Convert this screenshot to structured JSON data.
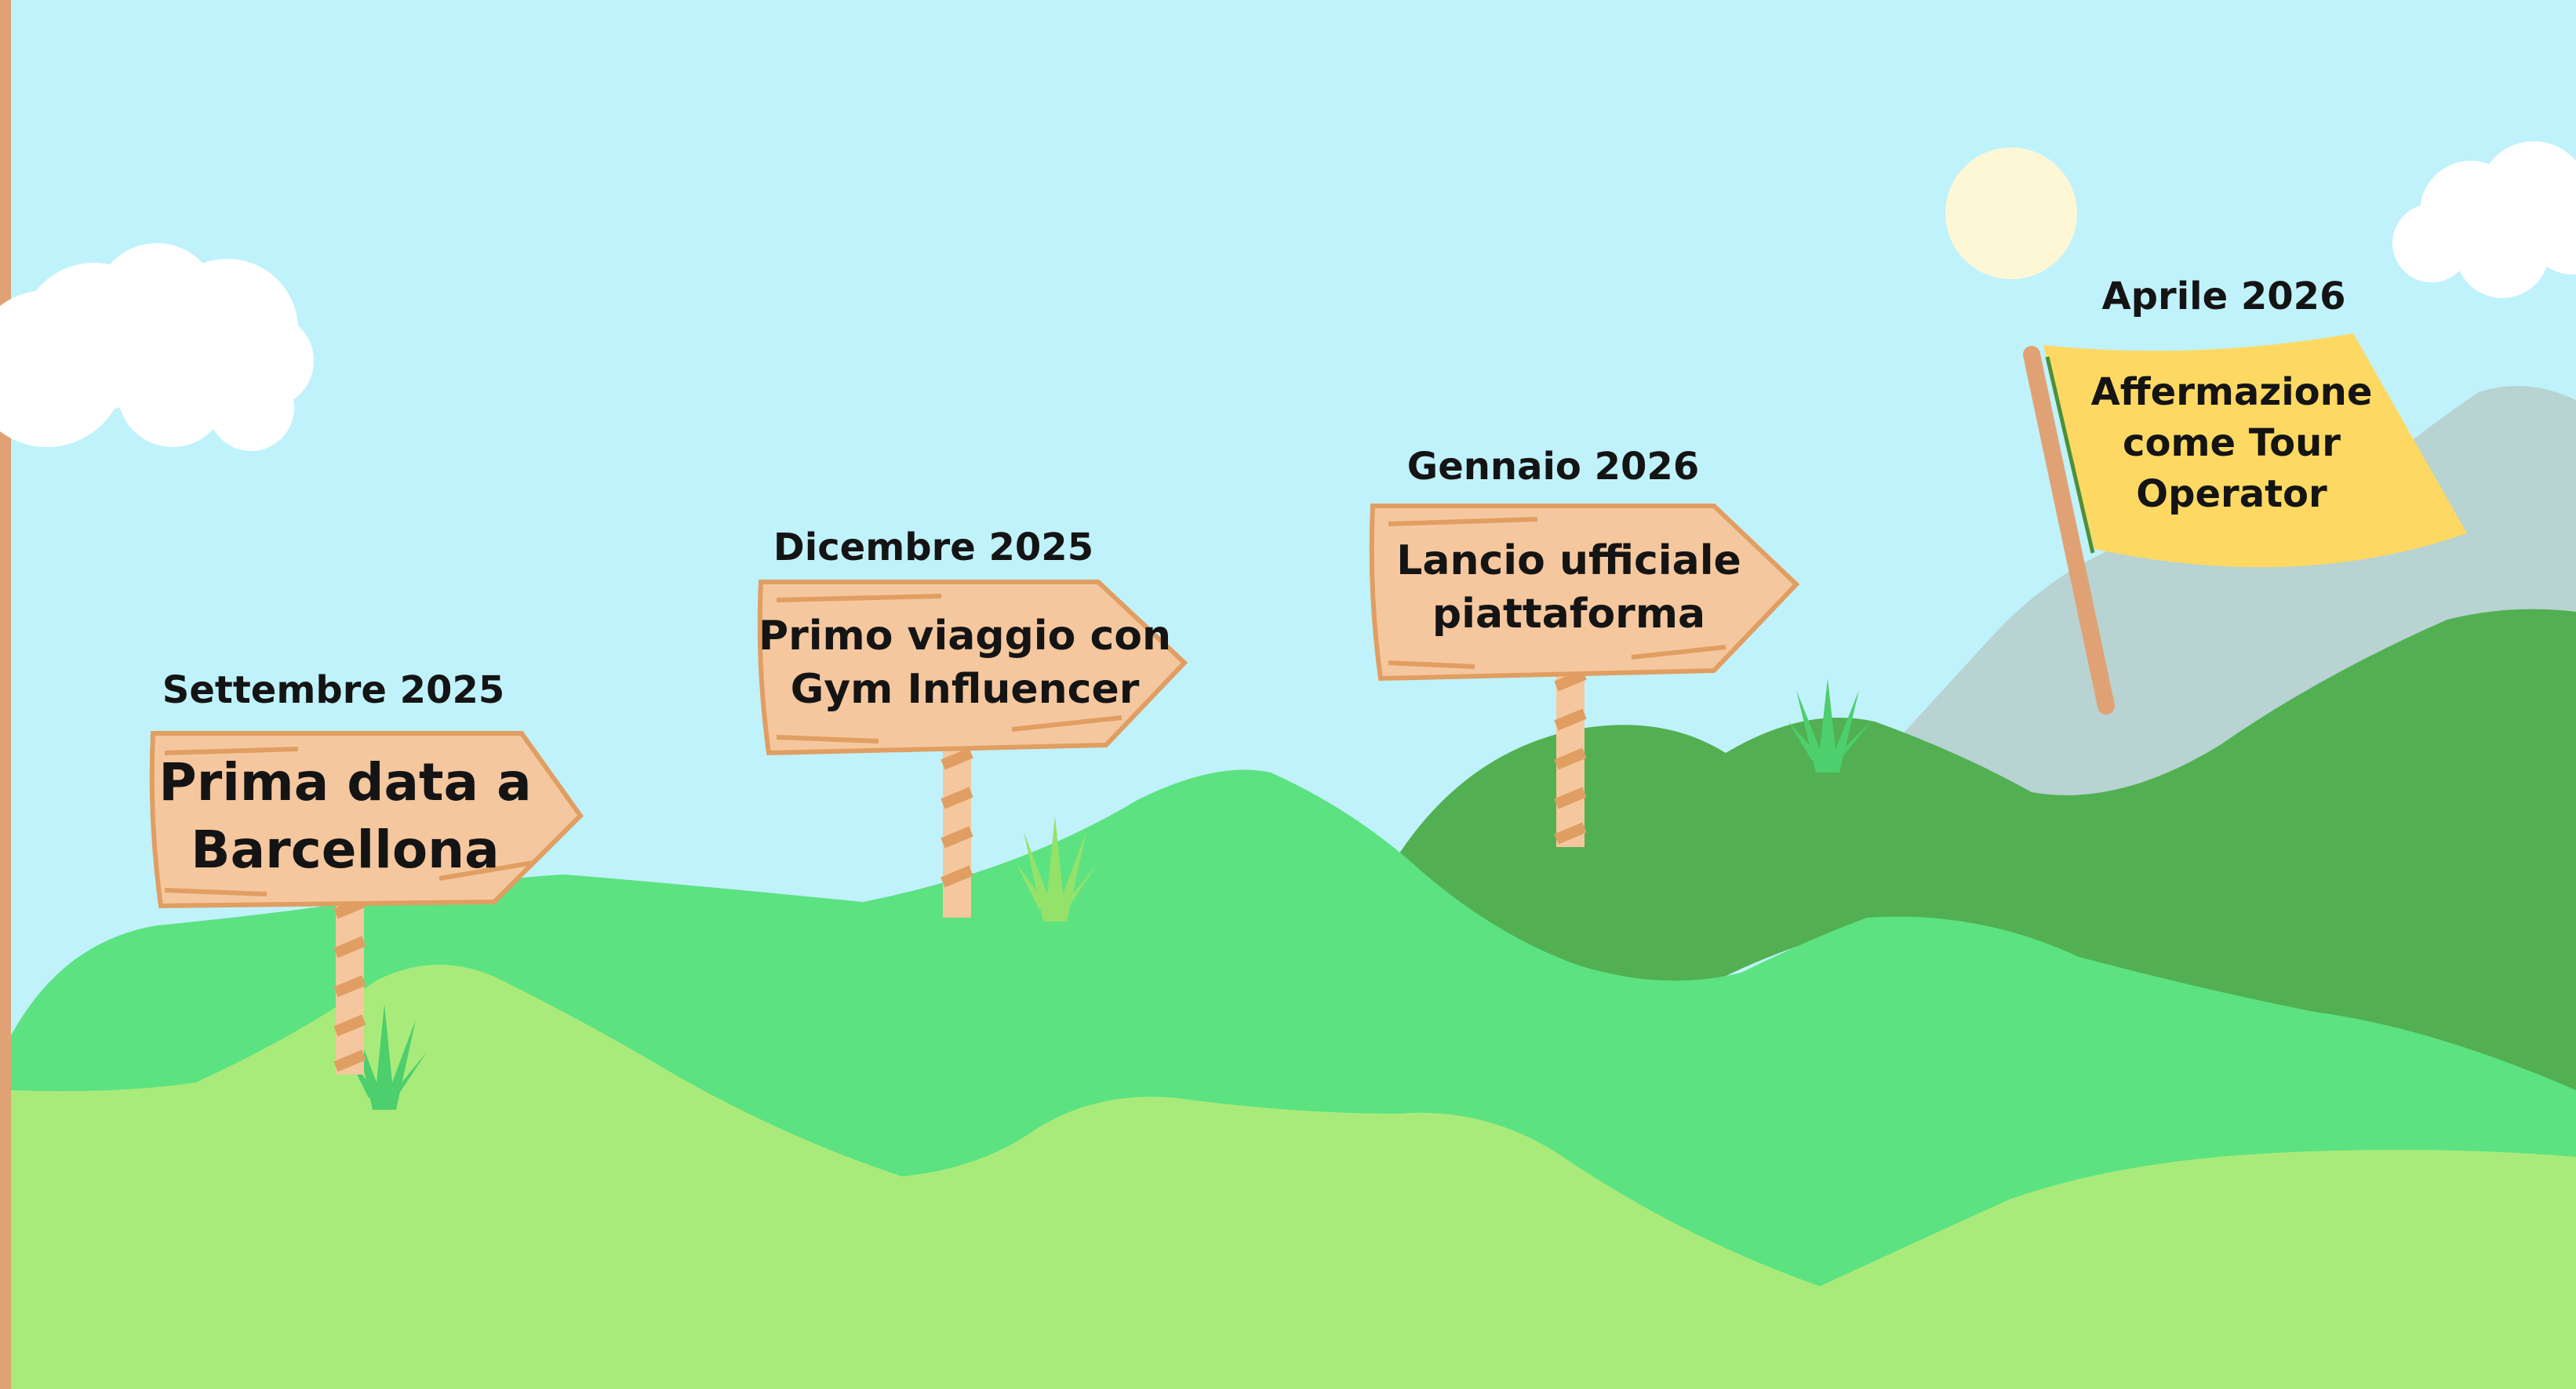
{
  "timeline": {
    "milestones": [
      {
        "date": "Settembre 2025",
        "text_lines": [
          "Prima data a",
          "Barcellona"
        ]
      },
      {
        "date": "Dicembre 2025",
        "text_lines": [
          "Primo viaggio con",
          "Gym Influencer"
        ]
      },
      {
        "date": "Gennaio 2026",
        "text_lines": [
          "Lancio ufficiale",
          "piattaforma"
        ]
      },
      {
        "date": "Aprile 2026",
        "text_lines": [
          "Affermazione",
          "come Tour",
          "Operator"
        ]
      }
    ]
  },
  "colors": {
    "sky": "#c0f2fb",
    "sun": "#fdf7d6",
    "cloud": "#ffffff",
    "far_mountain": "#b7d3d2",
    "dark_hill": "#52b052",
    "mid_hill": "#5ce281",
    "front_hill": "#a9eb7b",
    "sign_wood": "#f5c79e",
    "sign_edge": "#e09e62",
    "flag": "#fdd963",
    "left_border": "#e0a274"
  }
}
